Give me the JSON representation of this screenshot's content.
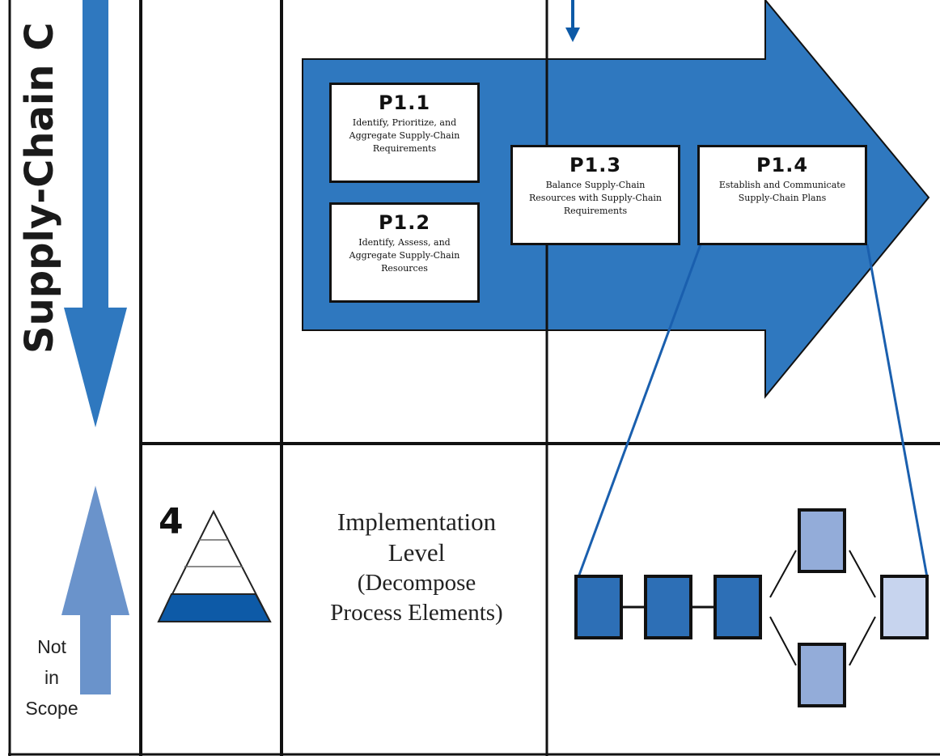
{
  "side_title": "Supply-Chain C",
  "process_elements": [
    {
      "code": "P1.1",
      "desc": [
        "Identify, Prioritize, and",
        "Aggregate Supply-Chain",
        "Requirements"
      ]
    },
    {
      "code": "P1.2",
      "desc": [
        "Identify, Assess, and",
        "Aggregate Supply-Chain",
        "Resources"
      ]
    },
    {
      "code": "P1.3",
      "desc": [
        "Balance Supply-Chain",
        "Resources with Supply-Chain",
        "Requirements"
      ]
    },
    {
      "code": "P1.4",
      "desc": [
        "Establish and Communicate",
        "Supply-Chain Plans"
      ]
    }
  ],
  "level": {
    "number": "4",
    "title_line1": "Implementation",
    "title_line2": "Level",
    "subtitle_line1": "(Decompose",
    "subtitle_line2": "Process Elements)"
  },
  "scope": [
    "Not",
    "in",
    "Scope"
  ],
  "colors": {
    "arrow_blue": "#2f78bf",
    "dark_blue": "#0d5aa7",
    "light_blue": "#6a93cb",
    "flow_dark": "#2d6fb6",
    "flow_mid": "#93acd9",
    "flow_light": "#c7d4ee",
    "grid_line": "#111111"
  }
}
